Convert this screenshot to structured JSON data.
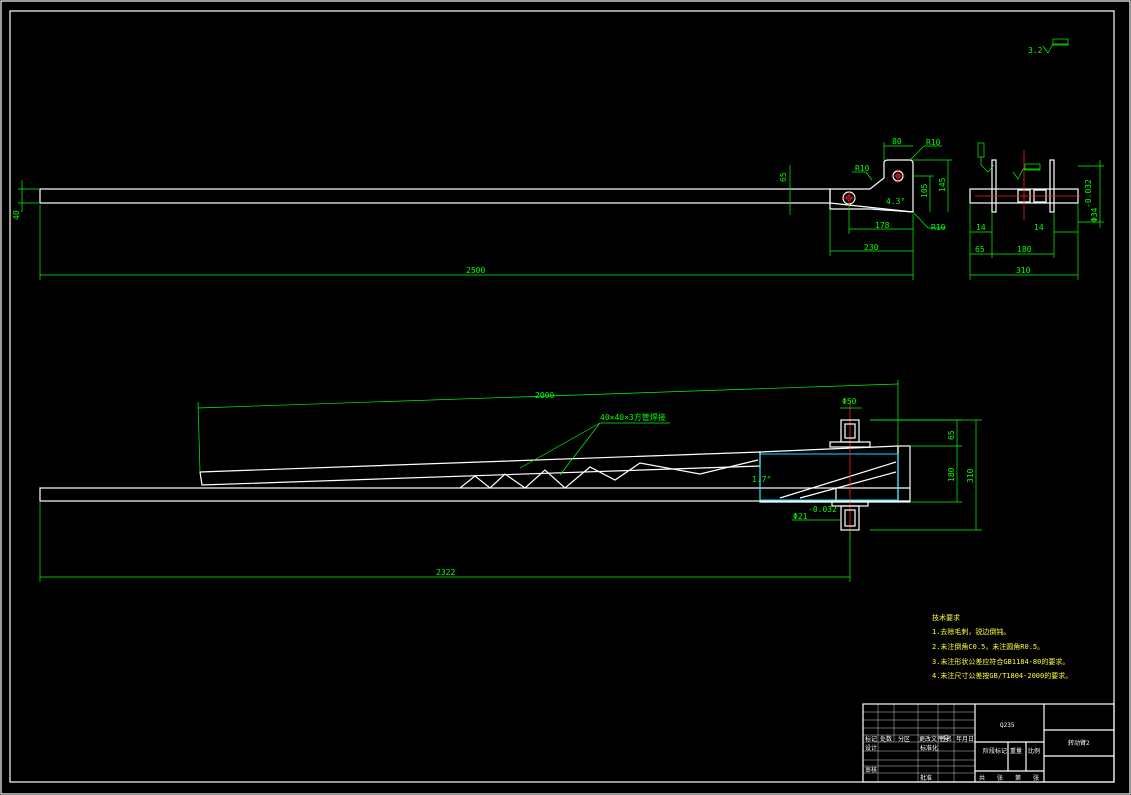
{
  "top_view": {
    "dims": {
      "overall_length": "2500",
      "left_height": "40",
      "plate_offset": "65",
      "plate_width": "80",
      "radius_top": "R10",
      "radius_left": "R10",
      "radius_bottom": "R10",
      "hole_height": "105",
      "plate_height": "145",
      "hole_span": "178",
      "bracket_length": "230",
      "angle": "4.3°"
    }
  },
  "side_view": {
    "dims": {
      "left_14": "14",
      "right_14": "14",
      "offset_65": "65",
      "span_180": "180",
      "total_310": "310",
      "shaft_dia": "Φ34",
      "tol": "-0.032"
    }
  },
  "front_view": {
    "dims": {
      "tube_length": "2000",
      "lower_length": "2322",
      "pin_dia": "Φ50",
      "right_65": "65",
      "right_180": "180",
      "right_310": "310",
      "angle": "1.7°",
      "shaft_dia": "Φ21",
      "tol": "-0.032"
    },
    "callout": "40×40×3方管焊接"
  },
  "surface_mark": "3.2",
  "tech_requirements": {
    "title": "技术要求",
    "items": [
      "1.去除毛刺，锐边倒钝。",
      "2.未注倒角C0.5，未注圆角R0.5。",
      "3.未注形状公差应符合GB1184-80的要求。",
      "4.未注尺寸公差按GB/T1804-2000的要求。"
    ]
  },
  "title_block": {
    "material": "Q235",
    "part_name": "转动臂2",
    "row_labels": [
      "标记",
      "处数",
      "分区",
      "更改文件号",
      "签名",
      "年月日"
    ],
    "designer_label": "设计",
    "standard_label": "标准化",
    "reviewer_label": "审核",
    "approve_label": "批准",
    "stage_label": "阶段标记",
    "weight_label": "重量",
    "scale_label": "比例",
    "sheet_labels": [
      "共",
      "张",
      "第",
      "张"
    ]
  },
  "colors": {
    "background": "#000000",
    "outline": "#ffffff",
    "dimension": "#00ff00",
    "hidden": "#00e5ff",
    "centerline": "#ff2020"
  }
}
